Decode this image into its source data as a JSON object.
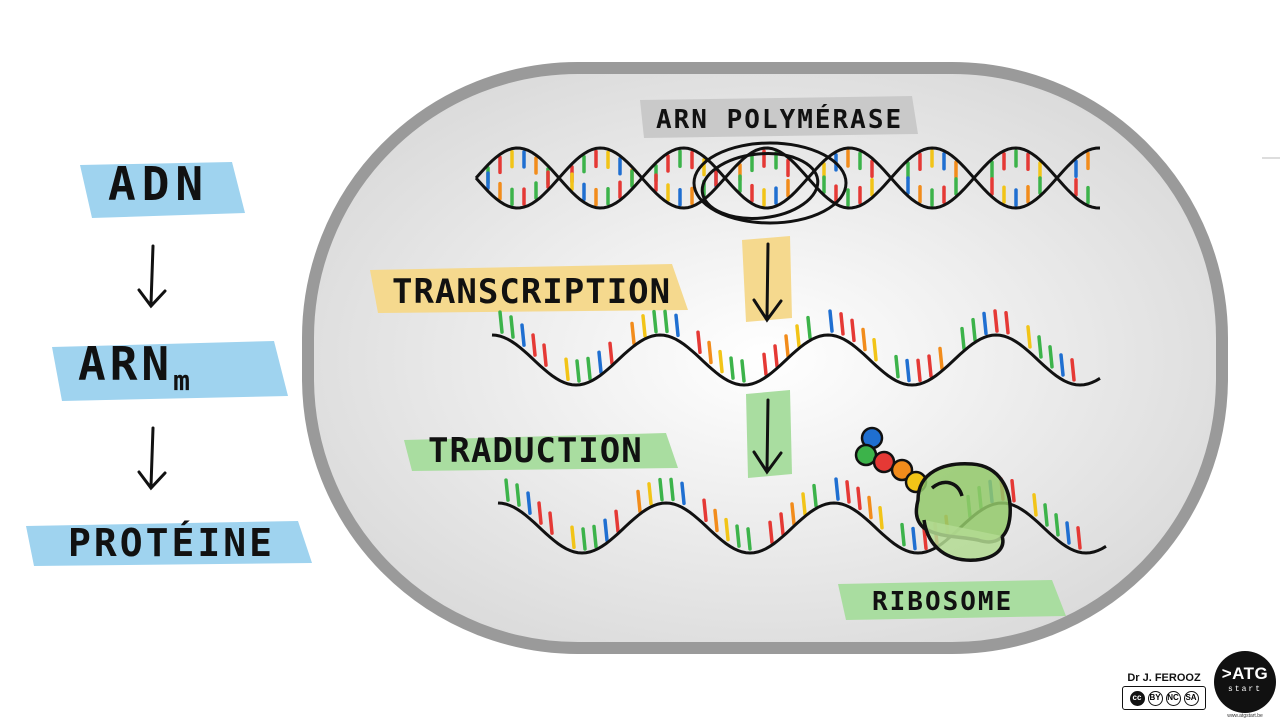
{
  "flow": {
    "adn": "ADN",
    "arn": "ARN",
    "arn_subscript": "m",
    "proteine": "PROTÉINE"
  },
  "cell": {
    "polymerase_label": "ARN POLYMÉRASE",
    "transcription_label": "TRANSCRIPTION",
    "traduction_label": "TRADUCTION",
    "ribosome_label": "RIBOSOME"
  },
  "credits": {
    "author": "Dr J. FEROOZ",
    "license_parts": [
      "BY",
      "NC",
      "SA"
    ],
    "logo_main": ">ATG",
    "logo_sub": "start",
    "logo_url": "www.atgstart.be"
  },
  "colors": {
    "highlight_blue": "#9fd3ef",
    "highlight_yellow": "#f5d98e",
    "highlight_green": "#a9dda0",
    "highlight_grey": "#c9c9c9",
    "base_green": "#3cb34a",
    "base_red": "#e53935",
    "base_yellow": "#f2c417",
    "base_blue": "#1f6fd1",
    "base_orange": "#f28c1b",
    "ribosome": "#93c96a"
  }
}
